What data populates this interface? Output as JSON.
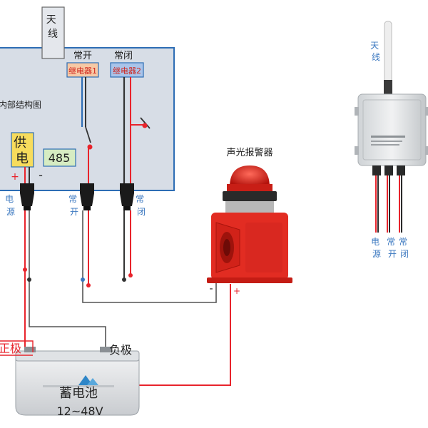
{
  "diagram": {
    "antenna_label": "天\n线",
    "internal_structure_label": "内部结构图",
    "normally_open_header": "常开",
    "normally_closed_header": "常闭",
    "relay1_label": "继电器1",
    "relay2_label": "继电器2",
    "power_box_label": "供\n电",
    "rs485_label": "485",
    "plus_sign": "+",
    "minus_sign": "-",
    "power_terminal_label": "电\n源",
    "no_terminal_label": "常\n开",
    "nc_terminal_label": "常\n闭",
    "alarm_title": "声光报警器",
    "alarm_minus": "-",
    "alarm_plus": "+",
    "battery_positive": "正极",
    "battery_negative": "负极",
    "battery_name": "蓄电池",
    "battery_voltage": "12~48V",
    "device_antenna_label": "天\n线",
    "device_power_label": "电\n源",
    "device_no_label": "常\n开",
    "device_nc_label": "常\n闭",
    "colors": {
      "positive_wire": "#e8242c",
      "negative_wire": "#333333",
      "control_box_fill": "#d7dde6",
      "control_box_border": "#2d6db5",
      "relay_fill": "#f7c9a5",
      "relay2_fill": "#a9c4ea",
      "power_fill": "#f7dc5c",
      "rs485_fill": "#d6ecc2",
      "label_blue": "#3b78c0",
      "alarm_red": "#e22c22"
    }
  }
}
